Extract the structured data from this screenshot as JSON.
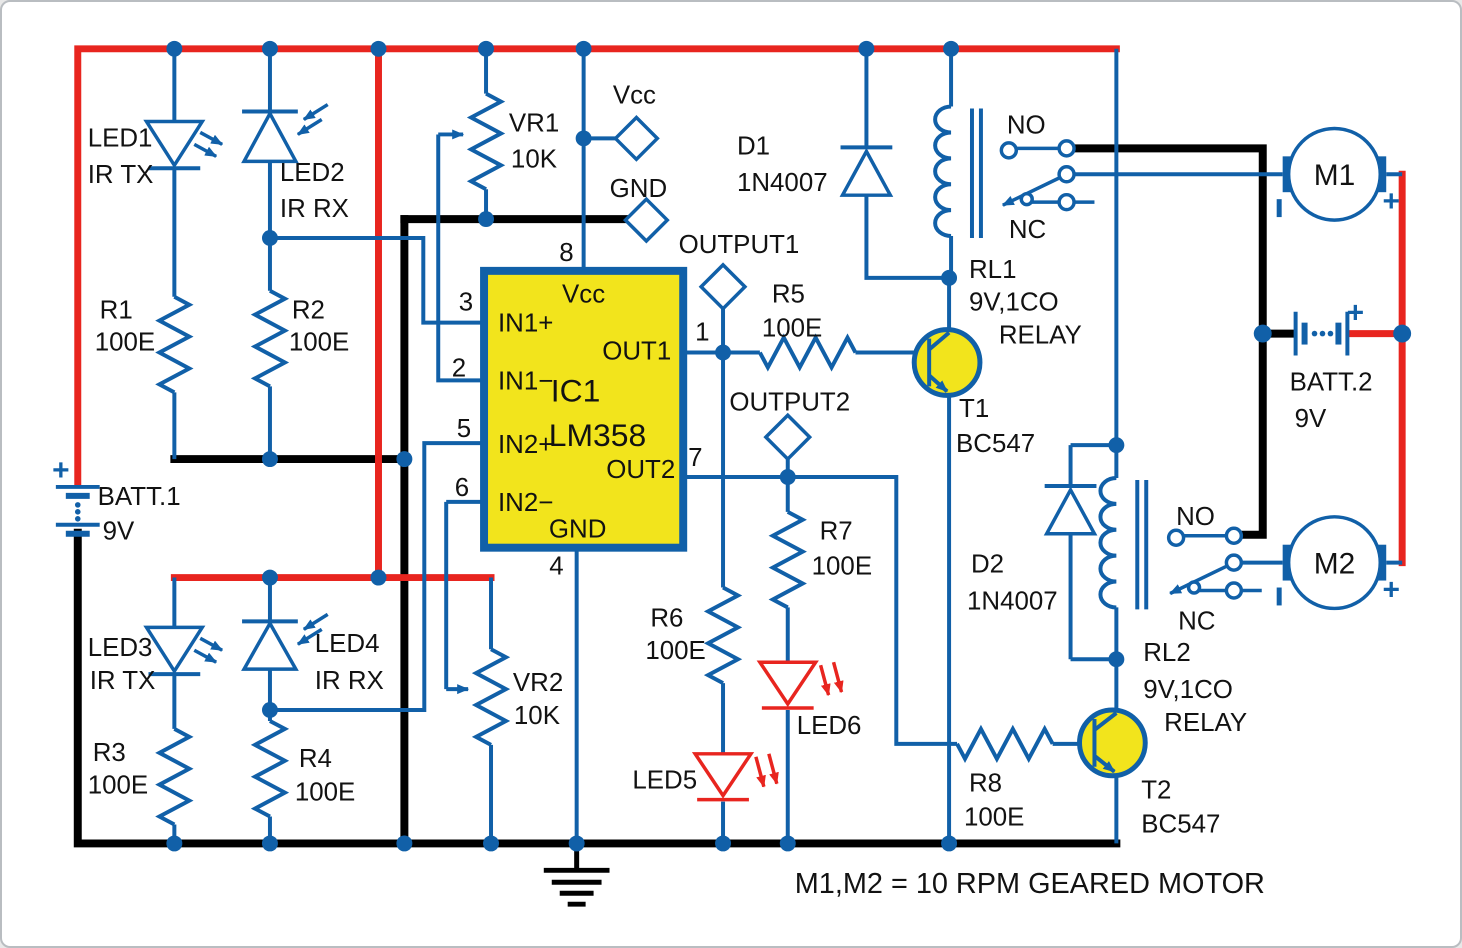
{
  "colors": {
    "wire": "#1160A8",
    "power_rail": "#E8251F",
    "ground_wire": "#000000",
    "ic_fill": "#F2E41C",
    "led_indicator": "#E8251F",
    "frame_border": "#B9BDC1"
  },
  "note": "M1,M2 = 10 RPM GEARED MOTOR",
  "connectors": {
    "vcc": "Vcc",
    "gnd": "GND",
    "output1": "OUTPUT1",
    "output2": "OUTPUT2"
  },
  "ic1": {
    "ref": "IC1",
    "part": "LM358",
    "pins": {
      "p1": "1",
      "p2": "2",
      "p3": "3",
      "p4": "4",
      "p5": "5",
      "p6": "6",
      "p7": "7",
      "p8": "8"
    },
    "pin_names": {
      "vcc": "Vcc",
      "gnd": "GND",
      "in1p": "IN1+",
      "in1m": "IN1−",
      "in2p": "IN2+",
      "in2m": "IN2−",
      "out1": "OUT1",
      "out2": "OUT2"
    }
  },
  "components": {
    "led1": {
      "ref": "LED1",
      "desc": "IR TX"
    },
    "led2": {
      "ref": "LED2",
      "desc": "IR RX"
    },
    "led3": {
      "ref": "LED3",
      "desc": "IR TX"
    },
    "led4": {
      "ref": "LED4",
      "desc": "IR RX"
    },
    "led5": {
      "ref": "LED5"
    },
    "led6": {
      "ref": "LED6"
    },
    "r1": {
      "ref": "R1",
      "value": "100E"
    },
    "r2": {
      "ref": "R2",
      "value": "100E"
    },
    "r3": {
      "ref": "R3",
      "value": "100E"
    },
    "r4": {
      "ref": "R4",
      "value": "100E"
    },
    "r5": {
      "ref": "R5",
      "value": "100E"
    },
    "r6": {
      "ref": "R6",
      "value": "100E"
    },
    "r7": {
      "ref": "R7",
      "value": "100E"
    },
    "r8": {
      "ref": "R8",
      "value": "100E"
    },
    "vr1": {
      "ref": "VR1",
      "value": "10K"
    },
    "vr2": {
      "ref": "VR2",
      "value": "10K"
    },
    "d1": {
      "ref": "D1",
      "value": "1N4007"
    },
    "d2": {
      "ref": "D2",
      "value": "1N4007"
    },
    "t1": {
      "ref": "T1",
      "value": "BC547"
    },
    "t2": {
      "ref": "T2",
      "value": "BC547"
    },
    "rl1": {
      "ref": "RL1",
      "value": "9V,1CO",
      "type": "RELAY",
      "no": "NO",
      "nc": "NC"
    },
    "rl2": {
      "ref": "RL2",
      "value": "9V,1CO",
      "type": "RELAY",
      "no": "NO",
      "nc": "NC"
    },
    "batt1": {
      "ref": "BATT.1",
      "value": "9V",
      "plus": "+"
    },
    "batt2": {
      "ref": "BATT.2",
      "value": "9V",
      "plus": "+"
    },
    "m1": {
      "ref": "M1",
      "plus": "+"
    },
    "m2": {
      "ref": "M2",
      "plus": "+"
    }
  }
}
